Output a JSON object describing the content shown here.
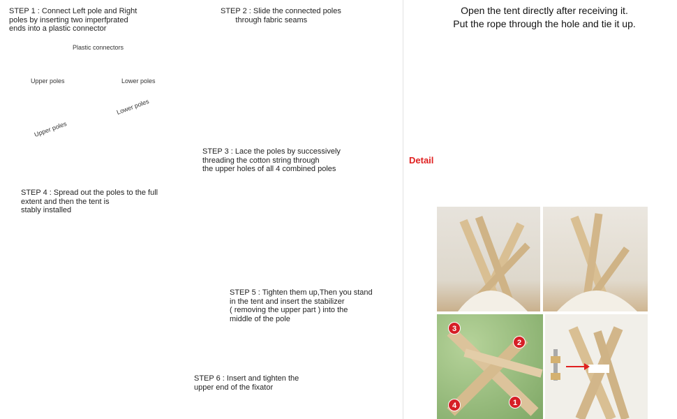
{
  "steps": {
    "step1": {
      "num": "STEP 1 :",
      "text": "Connect Left pole and Right\npoles by inserting two imperfprated\nends into a plastic connector"
    },
    "step2": {
      "num": "STEP 2 :",
      "text": "Slide the connected poles\n       through fabric seams"
    },
    "step3": {
      "num": "STEP 3 :",
      "text": "Lace the poles by successively\nthreading the cotton string through\nthe upper holes of all 4 combined poles"
    },
    "step4": {
      "num": "STEP 4 :",
      "text": "Spread out the poles to the full\nextent and then the tent is\nstably installed"
    },
    "step5": {
      "num": "STEP 5 :",
      "text": "Tighten them up,Then you stand\nin the tent and insert the stabilizer\n( removing the upper part ) into the\nmiddle of the pole"
    },
    "step6": {
      "num": "STEP 6 :",
      "text": "Insert and tighten the\nupper end of the fixator"
    }
  },
  "labels": {
    "plastic_connectors": "Plastic connectors",
    "upper_poles": "Upper poles",
    "lower_poles": "Lower poles",
    "upper_poles_diag": "Upper poles",
    "lower_poles_diag": "Lower poles"
  },
  "right": {
    "header_line1": "Open the tent directly after receiving it.",
    "header_line2": "Put the rope through the hole and tie it up.",
    "detail": "Detail",
    "badges": [
      "3",
      "2",
      "4",
      "1"
    ]
  },
  "colors": {
    "accent_red": "#e02020",
    "wood": "#d9bf93",
    "canvas": "#f2efe8"
  }
}
